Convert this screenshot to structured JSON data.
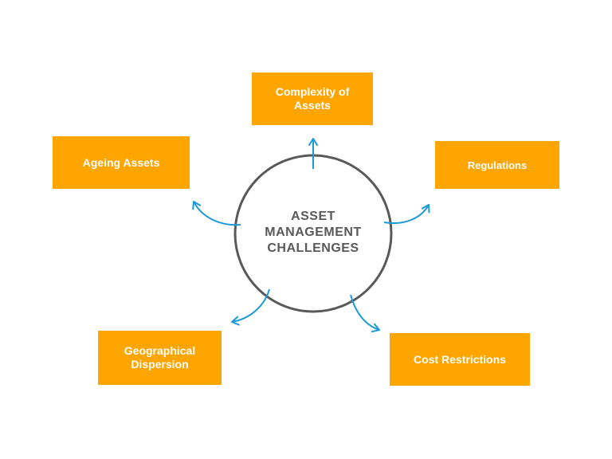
{
  "center": {
    "title": "ASSET\nMANAGEMENT\nCHALLENGES"
  },
  "boxes": {
    "complexity": "Complexity of\nAssets",
    "ageing": "Ageing Assets",
    "regulations": "Regulations",
    "geographical": "Geographical\nDispersion",
    "cost": "Cost Restrictions"
  },
  "colors": {
    "box_fill": "#ffa500",
    "box_text": "#ffffff",
    "circle_stroke": "#595959",
    "center_text": "#595959",
    "arrow": "#1b9ad6"
  }
}
